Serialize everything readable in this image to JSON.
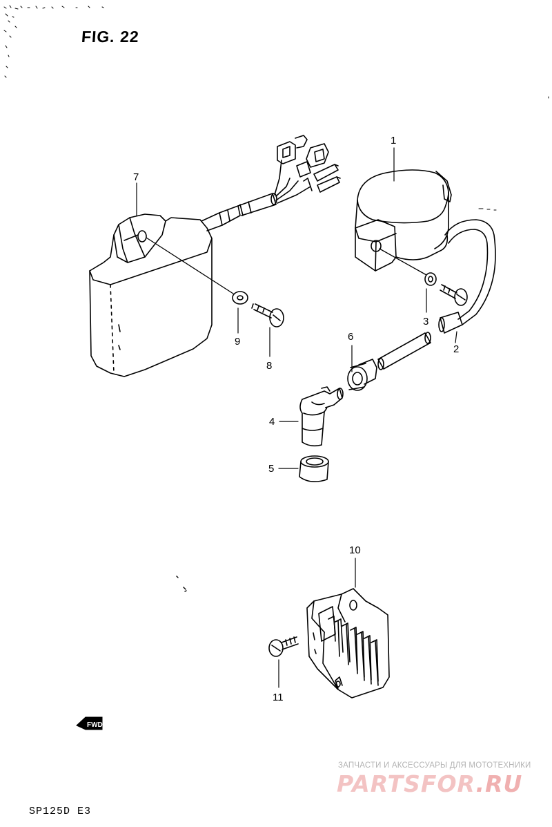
{
  "figure": {
    "title": "FIG. 22",
    "model_code": "SP125D E3"
  },
  "callouts": [
    {
      "id": "1",
      "text": "1"
    },
    {
      "id": "2",
      "text": "2"
    },
    {
      "id": "3",
      "text": "3"
    },
    {
      "id": "4",
      "text": "4"
    },
    {
      "id": "5",
      "text": "5"
    },
    {
      "id": "6",
      "text": "6"
    },
    {
      "id": "7",
      "text": "7"
    },
    {
      "id": "8",
      "text": "8"
    },
    {
      "id": "9",
      "text": "9"
    },
    {
      "id": "10",
      "text": "10"
    },
    {
      "id": "11",
      "text": "11"
    }
  ],
  "direction_marker": {
    "text": "FWD",
    "icon": "forward-arrow-icon"
  },
  "watermark": {
    "tagline": "ЗАПЧАСТИ И АКСЕССУАРЫ ДЛЯ МОТОТЕХНИКИ",
    "logo_main": "PARTSFOR",
    "logo_tld": ".RU",
    "color": "#f0b0b0"
  }
}
